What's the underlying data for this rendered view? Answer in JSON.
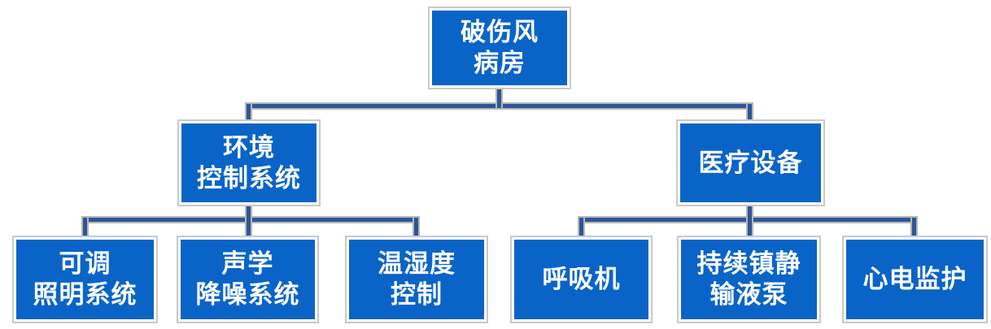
{
  "diagram": {
    "type": "org-chart",
    "root": {
      "label": "破伤风\n病房"
    },
    "level2": [
      {
        "label": "环境\n控制系统"
      },
      {
        "label": "医疗设备"
      }
    ],
    "level3": [
      {
        "label": "可调\n照明系统"
      },
      {
        "label": "声学\n降噪系统"
      },
      {
        "label": "温湿度\n控制"
      },
      {
        "label": "呼吸机"
      },
      {
        "label": "持续镇静\n输液泵"
      },
      {
        "label": "心电监护"
      }
    ],
    "colors": {
      "background": "#ffffff",
      "box_fill": "#0a64c8",
      "box_border": "#ffffff",
      "box_outline": "#c9c9c9",
      "connector": "#2e5597",
      "connector_shadow": "#b6b6b6",
      "text": "#ffffff"
    }
  }
}
